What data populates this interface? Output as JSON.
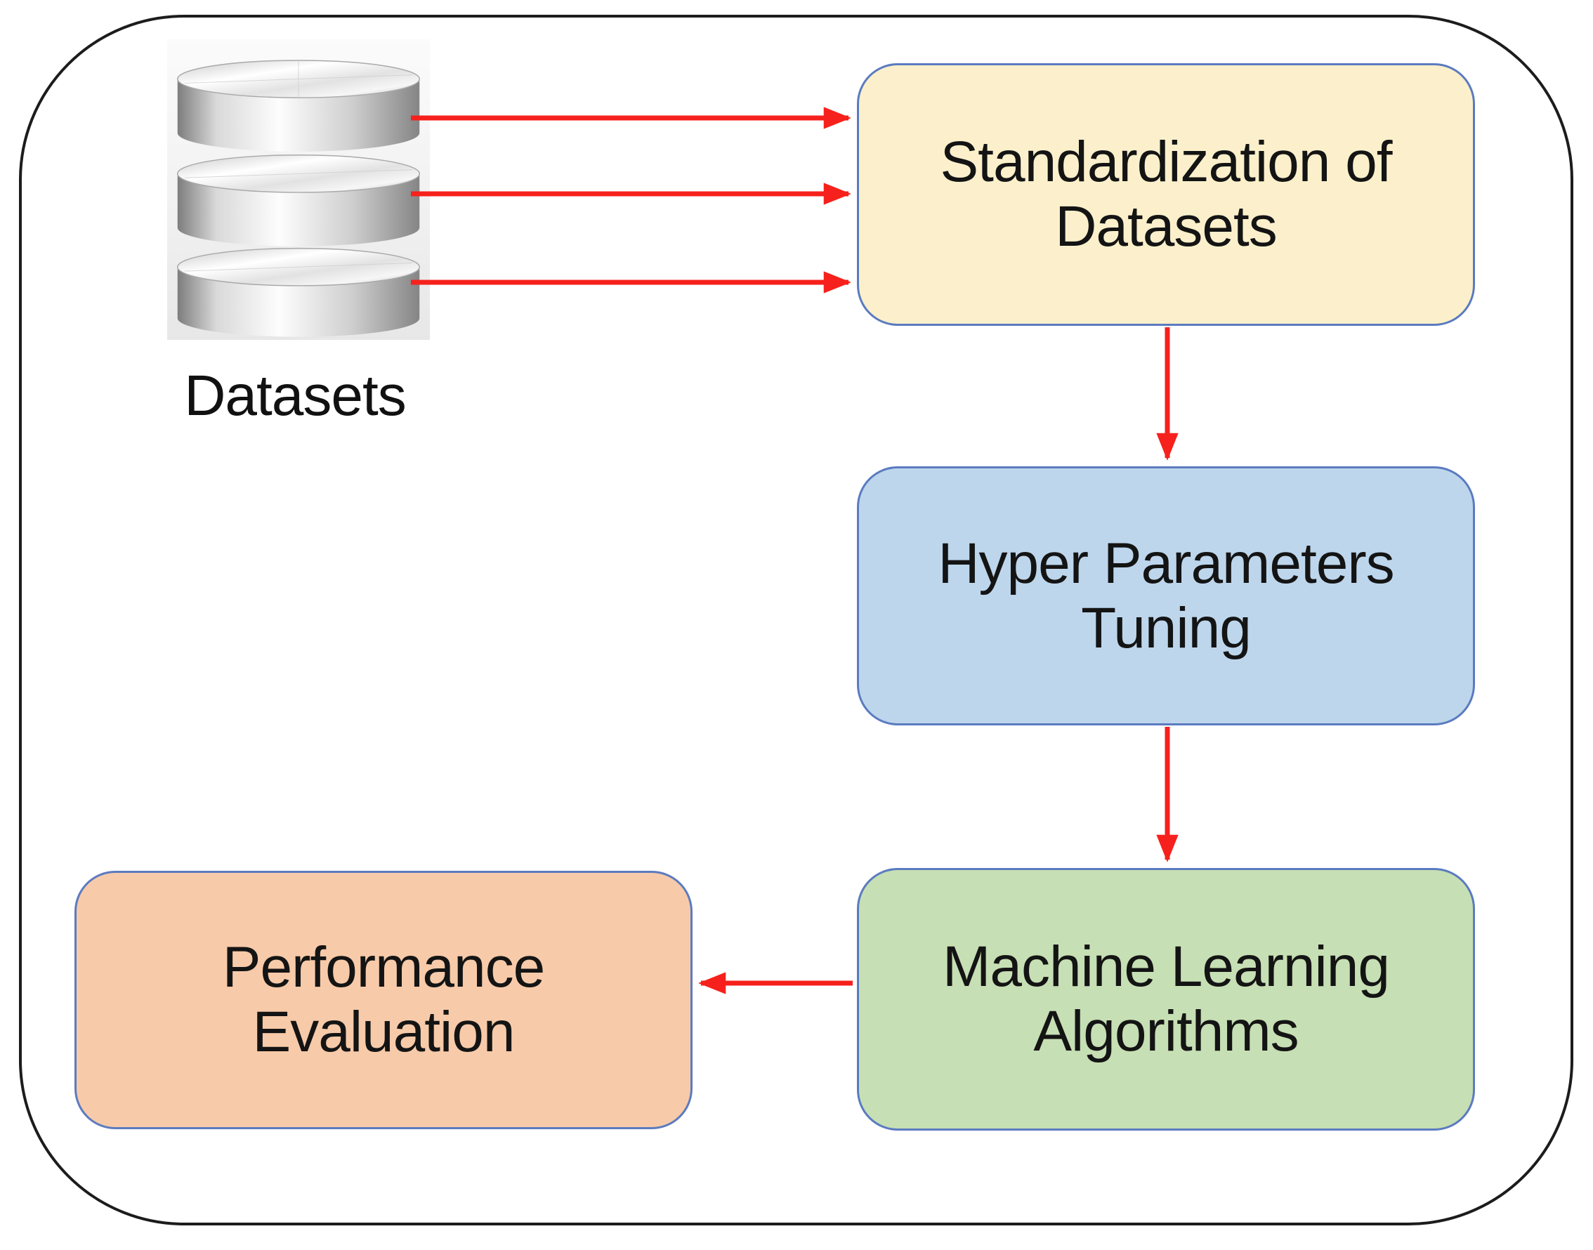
{
  "diagram": {
    "title_none": "",
    "datasets_label": "Datasets",
    "nodes": {
      "standardization": {
        "line1": "Standardization of",
        "line2": "Datasets"
      },
      "tuning": {
        "line1": "Hyper Parameters",
        "line2": "Tuning"
      },
      "ml": {
        "line1": "Machine Learning",
        "line2": "Algorithms"
      },
      "performance": {
        "line1": "Performance",
        "line2": "Evaluation"
      }
    },
    "icons": {
      "datasets": "database-icon"
    },
    "flows": [
      "datasets -> standardization (3 arrows)",
      "standardization -> tuning",
      "tuning -> ml",
      "ml -> performance"
    ]
  },
  "colors": {
    "box-yellow": "#fbf0cb",
    "box-blue": "#bdd6ec",
    "box-green": "#c6dfb4",
    "box-peach": "#f7caa9",
    "box-border": "#5b7bc0",
    "arrow-red": "#f6211c",
    "outer-border": "#1c1c1c"
  }
}
